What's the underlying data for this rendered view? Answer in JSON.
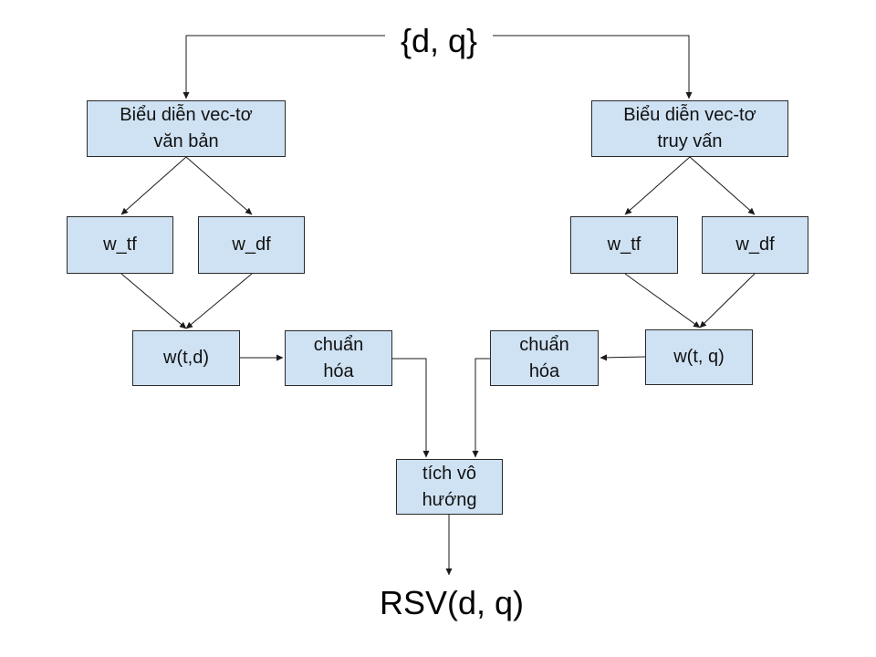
{
  "diagram": {
    "input": "{d, q}",
    "output": "RSV(d, q)",
    "nodes": {
      "doc_vector": "Biểu diễn vec-tơ\nvăn bản",
      "query_vector": "Biểu diễn vec-tơ\ntruy vấn",
      "doc_tf": "w_tf",
      "doc_df": "w_df",
      "query_tf": "w_tf",
      "query_df": "w_df",
      "w_td": "w(t,d)",
      "w_tq": "w(t, q)",
      "normalize_left": "chuẩn\nhóa",
      "normalize_right": "chuẩn\nhóa",
      "dot_product": "tích vô\nhướng"
    },
    "edges": [
      {
        "from": "input",
        "to": "doc_vector"
      },
      {
        "from": "input",
        "to": "query_vector"
      },
      {
        "from": "doc_vector",
        "to": "doc_tf"
      },
      {
        "from": "doc_vector",
        "to": "doc_df"
      },
      {
        "from": "query_vector",
        "to": "query_tf"
      },
      {
        "from": "query_vector",
        "to": "query_df"
      },
      {
        "from": "doc_tf",
        "to": "w_td"
      },
      {
        "from": "doc_df",
        "to": "w_td"
      },
      {
        "from": "query_tf",
        "to": "w_tq"
      },
      {
        "from": "query_df",
        "to": "w_tq"
      },
      {
        "from": "w_td",
        "to": "normalize_left"
      },
      {
        "from": "w_tq",
        "to": "normalize_right"
      },
      {
        "from": "normalize_left",
        "to": "dot_product"
      },
      {
        "from": "normalize_right",
        "to": "dot_product"
      },
      {
        "from": "dot_product",
        "to": "output"
      }
    ],
    "colors": {
      "node_fill": "#cfe2f3",
      "node_border": "#2a2a2a",
      "connector": "#1a1a1a"
    }
  }
}
